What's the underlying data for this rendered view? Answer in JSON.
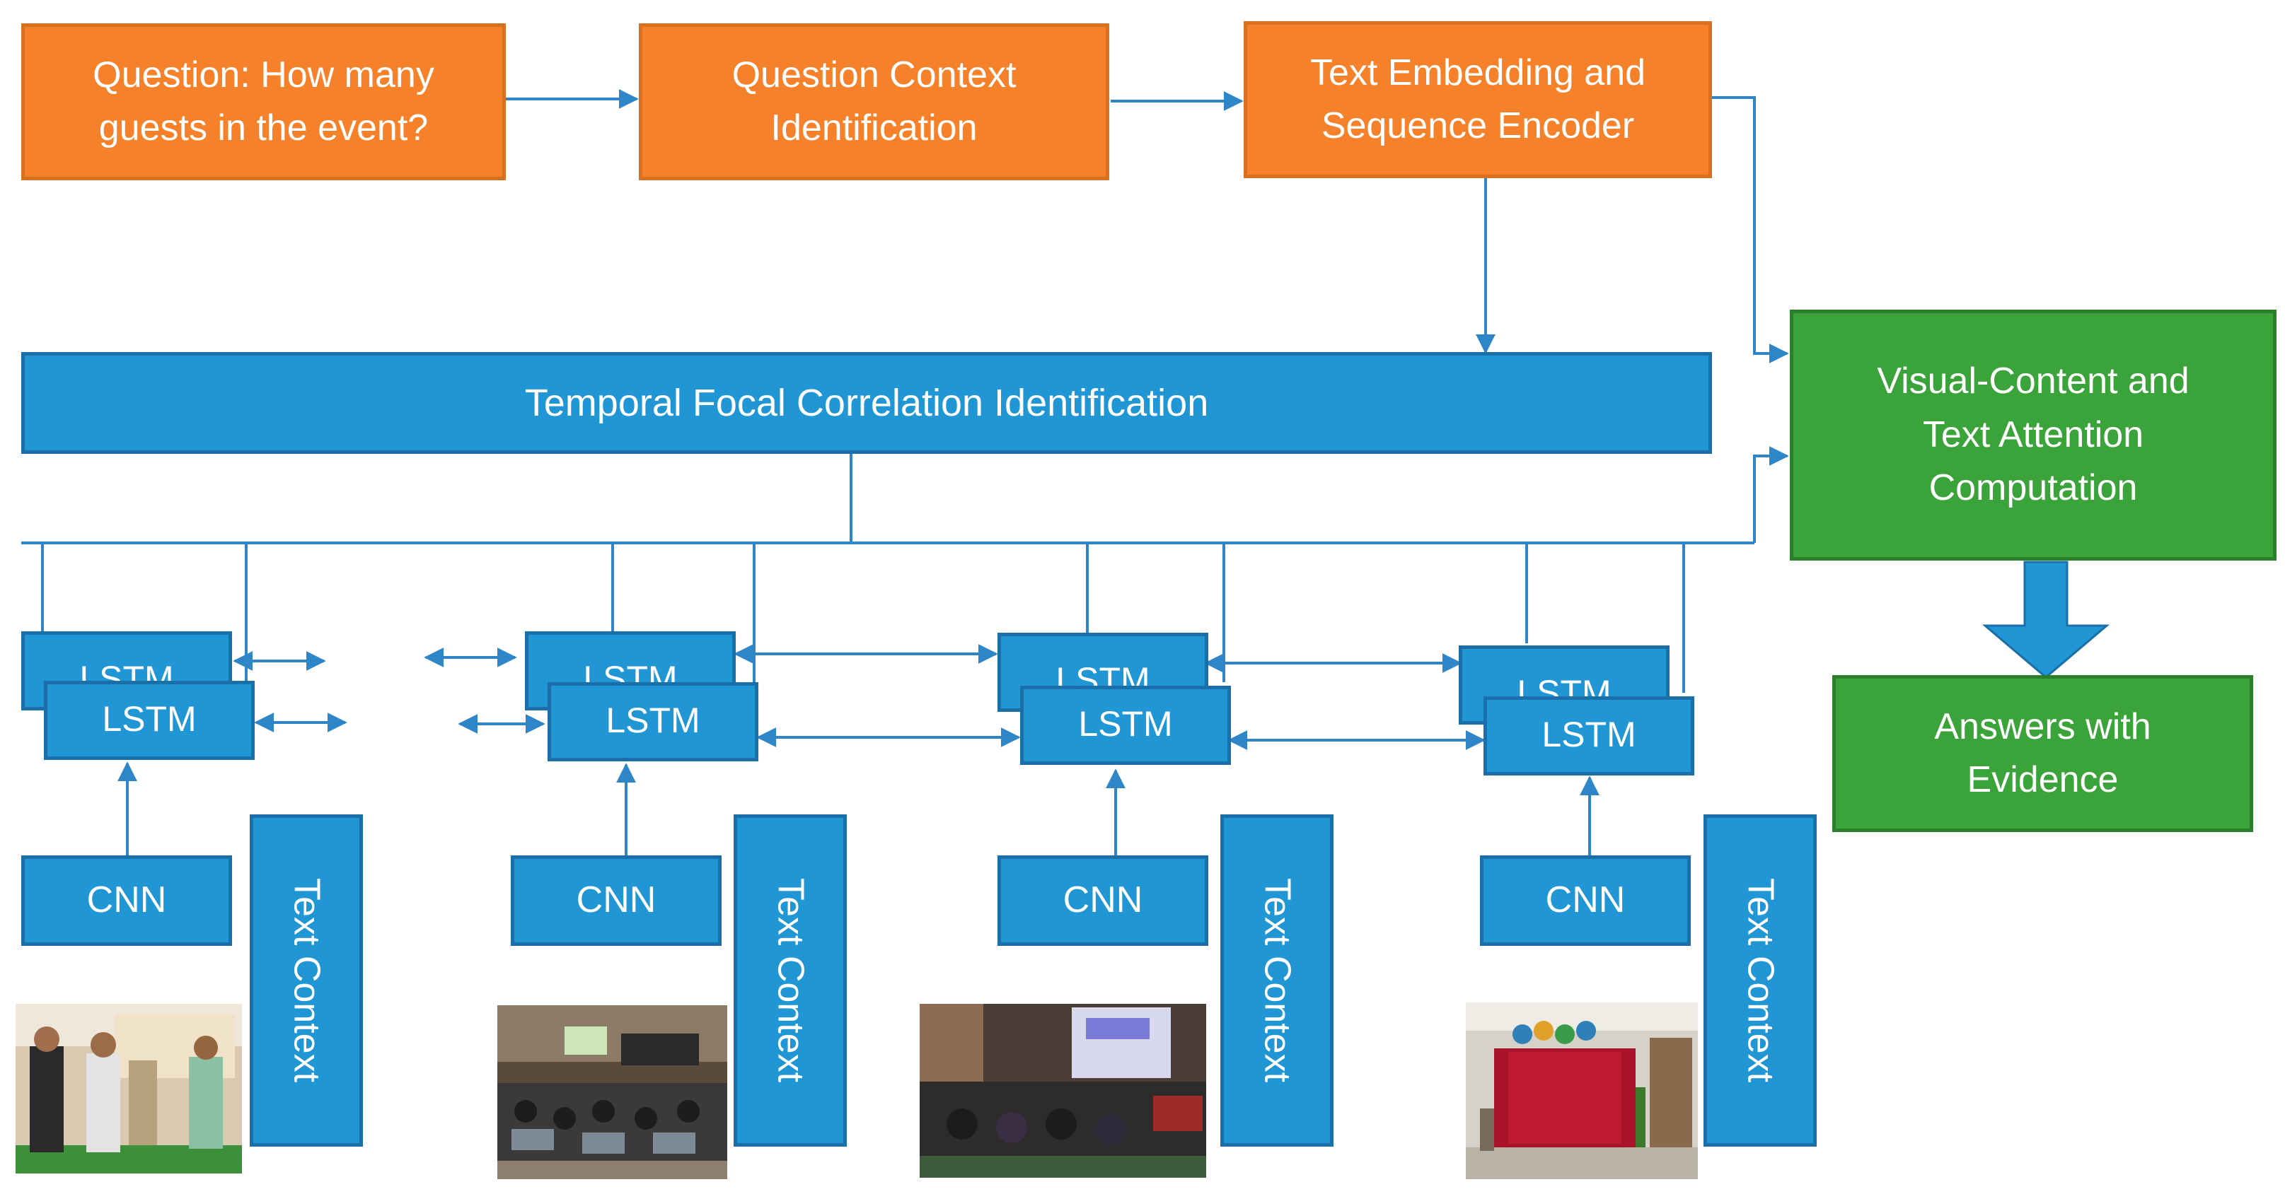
{
  "top_row": {
    "question": "Question: How many\nguests in the event?",
    "question_context": "Question Context\nIdentification",
    "text_embedding": "Text Embedding and\nSequence Encoder"
  },
  "temporal": "Temporal Focal Correlation Identification",
  "right_column": {
    "attention": "Visual-Content and\nText Attention\nComputation",
    "answers": "Answers with\nEvidence"
  },
  "frames": [
    {
      "lstm_back": "LSTM",
      "lstm_front": "LSTM",
      "cnn": "CNN",
      "text_context": "Text Context"
    },
    {
      "lstm_back": "LSTM",
      "lstm_front": "LSTM",
      "cnn": "CNN",
      "text_context": "Text Context"
    },
    {
      "lstm_back": "LSTM",
      "lstm_front": "LSTM",
      "cnn": "CNN",
      "text_context": "Text Context"
    },
    {
      "lstm_back": "LSTM",
      "lstm_front": "LSTM",
      "cnn": "CNN",
      "text_context": "Text Context"
    }
  ],
  "colors": {
    "orange": "#f5822a",
    "blue": "#2196d4",
    "green": "#3aa33a",
    "line": "#2e86c8"
  }
}
